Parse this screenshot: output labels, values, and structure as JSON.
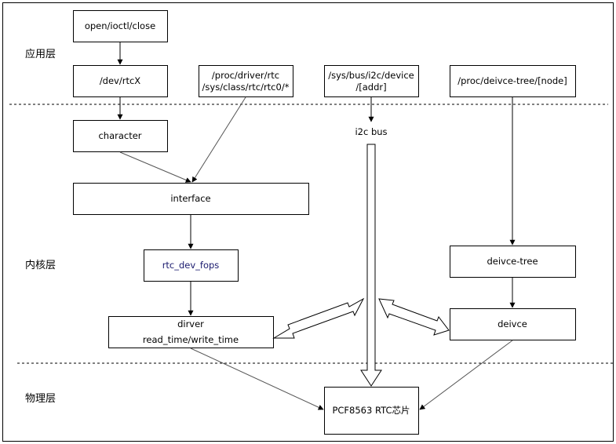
{
  "layers": {
    "application": "应用层",
    "kernel": "内核层",
    "physical": "物理层"
  },
  "nodes": {
    "open_ioctl_close": "open/ioctl/close",
    "dev_rtcx": "/dev/rtcX",
    "proc_driver_rtc_line1": "/proc/driver/rtc",
    "proc_driver_rtc_line2": "/sys/class/rtc/rtc0/*",
    "sys_bus_i2c_line1": "/sys/bus/i2c/device",
    "sys_bus_i2c_line2": "/[addr]",
    "proc_deivce_tree": "/proc/deivce-tree/[node]",
    "character": "character",
    "i2c_bus": "i2c bus",
    "interface": "interface",
    "rtc_dev_fops": "rtc_dev_fops",
    "deivce_tree": "deivce-tree",
    "dirver_line1": "dirver",
    "dirver_line2": "read_time/write_time",
    "deivce": "deivce",
    "pcf8563": "PCF8563 RTC芯片"
  }
}
